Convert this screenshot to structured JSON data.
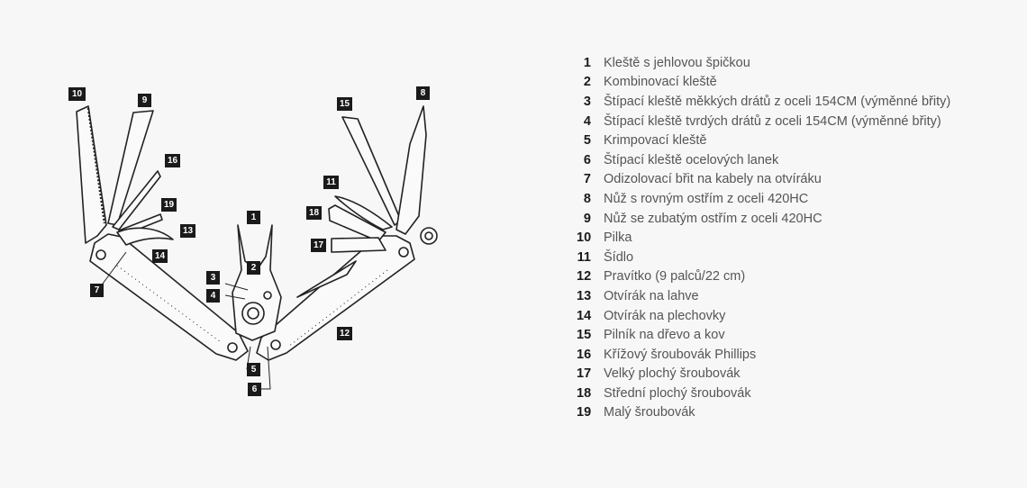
{
  "diagram": {
    "badges": {
      "b1": "1",
      "b2": "2",
      "b3": "3",
      "b4": "4",
      "b5": "5",
      "b6": "6",
      "b7": "7",
      "b8": "8",
      "b9": "9",
      "b10": "10",
      "b11": "11",
      "b12": "12",
      "b13": "13",
      "b14": "14",
      "b15": "15",
      "b16": "16",
      "b17": "17",
      "b18": "18",
      "b19": "19"
    }
  },
  "legend": {
    "items": [
      {
        "num": "1",
        "label": "Kleště s jehlovou špičkou"
      },
      {
        "num": "2",
        "label": "Kombinovací kleště"
      },
      {
        "num": "3",
        "label": "Štípací kleště měkkých drátů z oceli 154CM (výměnné břity)"
      },
      {
        "num": "4",
        "label": "Štípací kleště tvrdých drátů z oceli 154CM (výměnné břity)"
      },
      {
        "num": "5",
        "label": "Krimpovací kleště"
      },
      {
        "num": "6",
        "label": "Štípací kleště ocelových lanek"
      },
      {
        "num": "7",
        "label": "Odizolovací břit na kabely na otvíráku"
      },
      {
        "num": "8",
        "label": "Nůž s rovným ostřím z oceli 420HC"
      },
      {
        "num": "9",
        "label": "Nůž se zubatým ostřím z oceli 420HC"
      },
      {
        "num": "10",
        "label": "Pilka"
      },
      {
        "num": "11",
        "label": "Šídlo"
      },
      {
        "num": "12",
        "label": "Pravítko (9 palců/22 cm)"
      },
      {
        "num": "13",
        "label": "Otvírák na lahve"
      },
      {
        "num": "14",
        "label": "Otvírák na plechovky"
      },
      {
        "num": "15",
        "label": "Pilník na dřevo a kov"
      },
      {
        "num": "16",
        "label": "Křížový šroubovák Phillips"
      },
      {
        "num": "17",
        "label": "Velký plochý šroubovák"
      },
      {
        "num": "18",
        "label": "Střední plochý šroubovák"
      },
      {
        "num": "19",
        "label": "Malý šroubovák"
      }
    ]
  }
}
